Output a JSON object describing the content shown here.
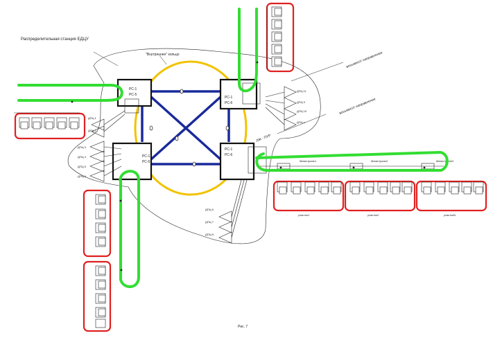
{
  "labels": {
    "station": "Распределительная станция ЕДЦУ",
    "inner_ring": "\"Внутреннее\" кольцо",
    "dir1": "восьмисот направление",
    "dir2": "восьмисот направление",
    "tail": "ЛЖ - ПУР",
    "fig": "Рис. 7"
  },
  "nodes": {
    "tl": [
      "РС-1",
      "РС-5"
    ],
    "tr": [
      "РС-1",
      "РС-6"
    ],
    "bl": [
      "РС-1",
      "РС-5"
    ],
    "br": [
      "РС-1",
      "РС-6"
    ]
  },
  "trunks": {
    "top": "Магистраль1",
    "mid": "Магистраль2",
    "right": "МагистральN"
  },
  "areas": [
    "участок1",
    "участок2",
    "участокN"
  ],
  "dpu_left": [
    "ДПЦ 1",
    "ДПЦ 2",
    "ДПЦ 3",
    "ДПЦ 4",
    "ДПЦ 5",
    "ДПЦ 6"
  ],
  "dpu_right": [
    "ДПЦ 11",
    "ДПЦ 9",
    "ДПЦ 10",
    "ДПЦ n"
  ],
  "dpu_bottom": [
    "ДПЦ 6",
    "ДПЦ 7",
    "ДПЦ 8"
  ],
  "colors": {
    "ring": "#f2c200",
    "link": "#1a2a9a",
    "route": "#33dd33",
    "group": "#e02020"
  }
}
